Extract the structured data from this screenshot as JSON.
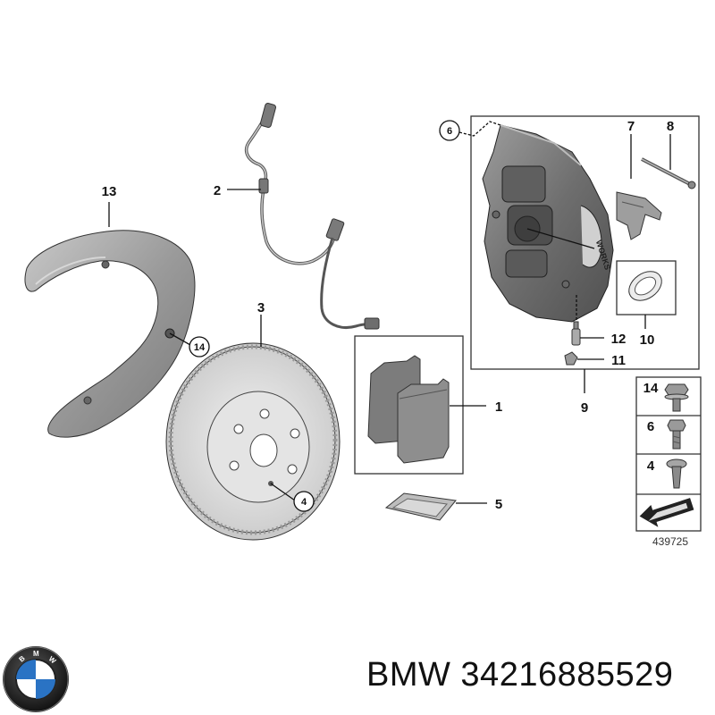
{
  "callouts": {
    "c1": "1",
    "c2": "2",
    "c3": "3",
    "c4": "4",
    "c5": "5",
    "c6": "6",
    "c7": "7",
    "c8": "8",
    "c9": "9",
    "c10": "10",
    "c11": "11",
    "c12": "12",
    "c13": "13",
    "c14": "14"
  },
  "legend": {
    "l14": "14",
    "l6": "6",
    "l4": "4"
  },
  "reference_number": "439725",
  "caliper_text": "WORKS",
  "caption": "BMW 34216885529",
  "colors": {
    "part_gray": "#8a8a8a",
    "light_gray": "#d8d8d8",
    "disc_gray": "#dcdcdc",
    "bmw_blue": "#2a73c4"
  }
}
